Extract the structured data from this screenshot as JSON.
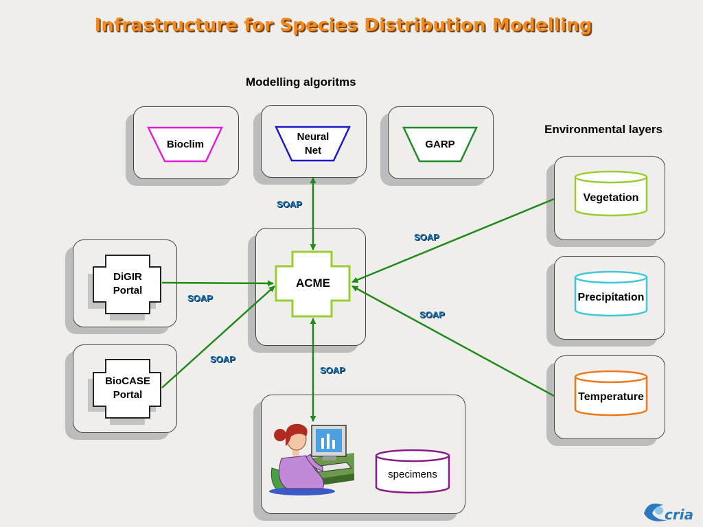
{
  "title": "Infrastructure for Species Distribution Modelling",
  "headings": {
    "algorithms": "Modelling algoritms",
    "environmental": "Environmental layers"
  },
  "algorithms": [
    {
      "label": "Bioclim",
      "color": "#e020d8"
    },
    {
      "label": "Neural Net",
      "color": "#1a1ac8"
    },
    {
      "label": "GARP",
      "color": "#1f8a2a"
    }
  ],
  "acme": {
    "label": "ACME",
    "border_color": "#9acd32"
  },
  "portals": [
    {
      "label_line1": "DiGIR",
      "label_line2": "Portal"
    },
    {
      "label_line1": "BioCASE",
      "label_line2": "Portal"
    }
  ],
  "layers": [
    {
      "label": "Vegetation",
      "color": "#9acd32"
    },
    {
      "label": "Precipitation",
      "color": "#40c8d8"
    },
    {
      "label": "Temperature",
      "color": "#f07818"
    }
  ],
  "specimens": {
    "label": "specimens",
    "color": "#8a1a8a"
  },
  "connections": {
    "soap_label": "SOAP",
    "arrow_color": "#1f8a1a"
  },
  "logo": {
    "text": "cria",
    "icon": "cria-logo-icon"
  }
}
